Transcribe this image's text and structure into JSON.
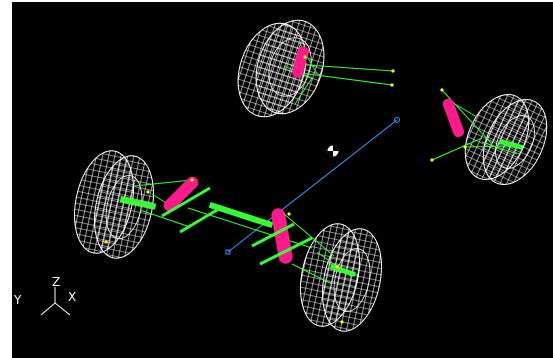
{
  "viewport": {
    "corner_glyph": "g",
    "triad_labels": {
      "x": "X",
      "y": "Y",
      "z": "Z"
    },
    "colors": {
      "background": "#000000",
      "tire_mesh": "#ffffff",
      "link": "#33ff33",
      "spring": "#33ff33",
      "damper": "#ff1a8c",
      "joint_marker": "#ffff00",
      "chassis_axis": "#3399ff"
    },
    "icons": [
      "wireframe-tire-icon",
      "damper-icon",
      "coil-spring-icon",
      "center-of-mass-icon",
      "coordinate-triad-icon"
    ]
  }
}
